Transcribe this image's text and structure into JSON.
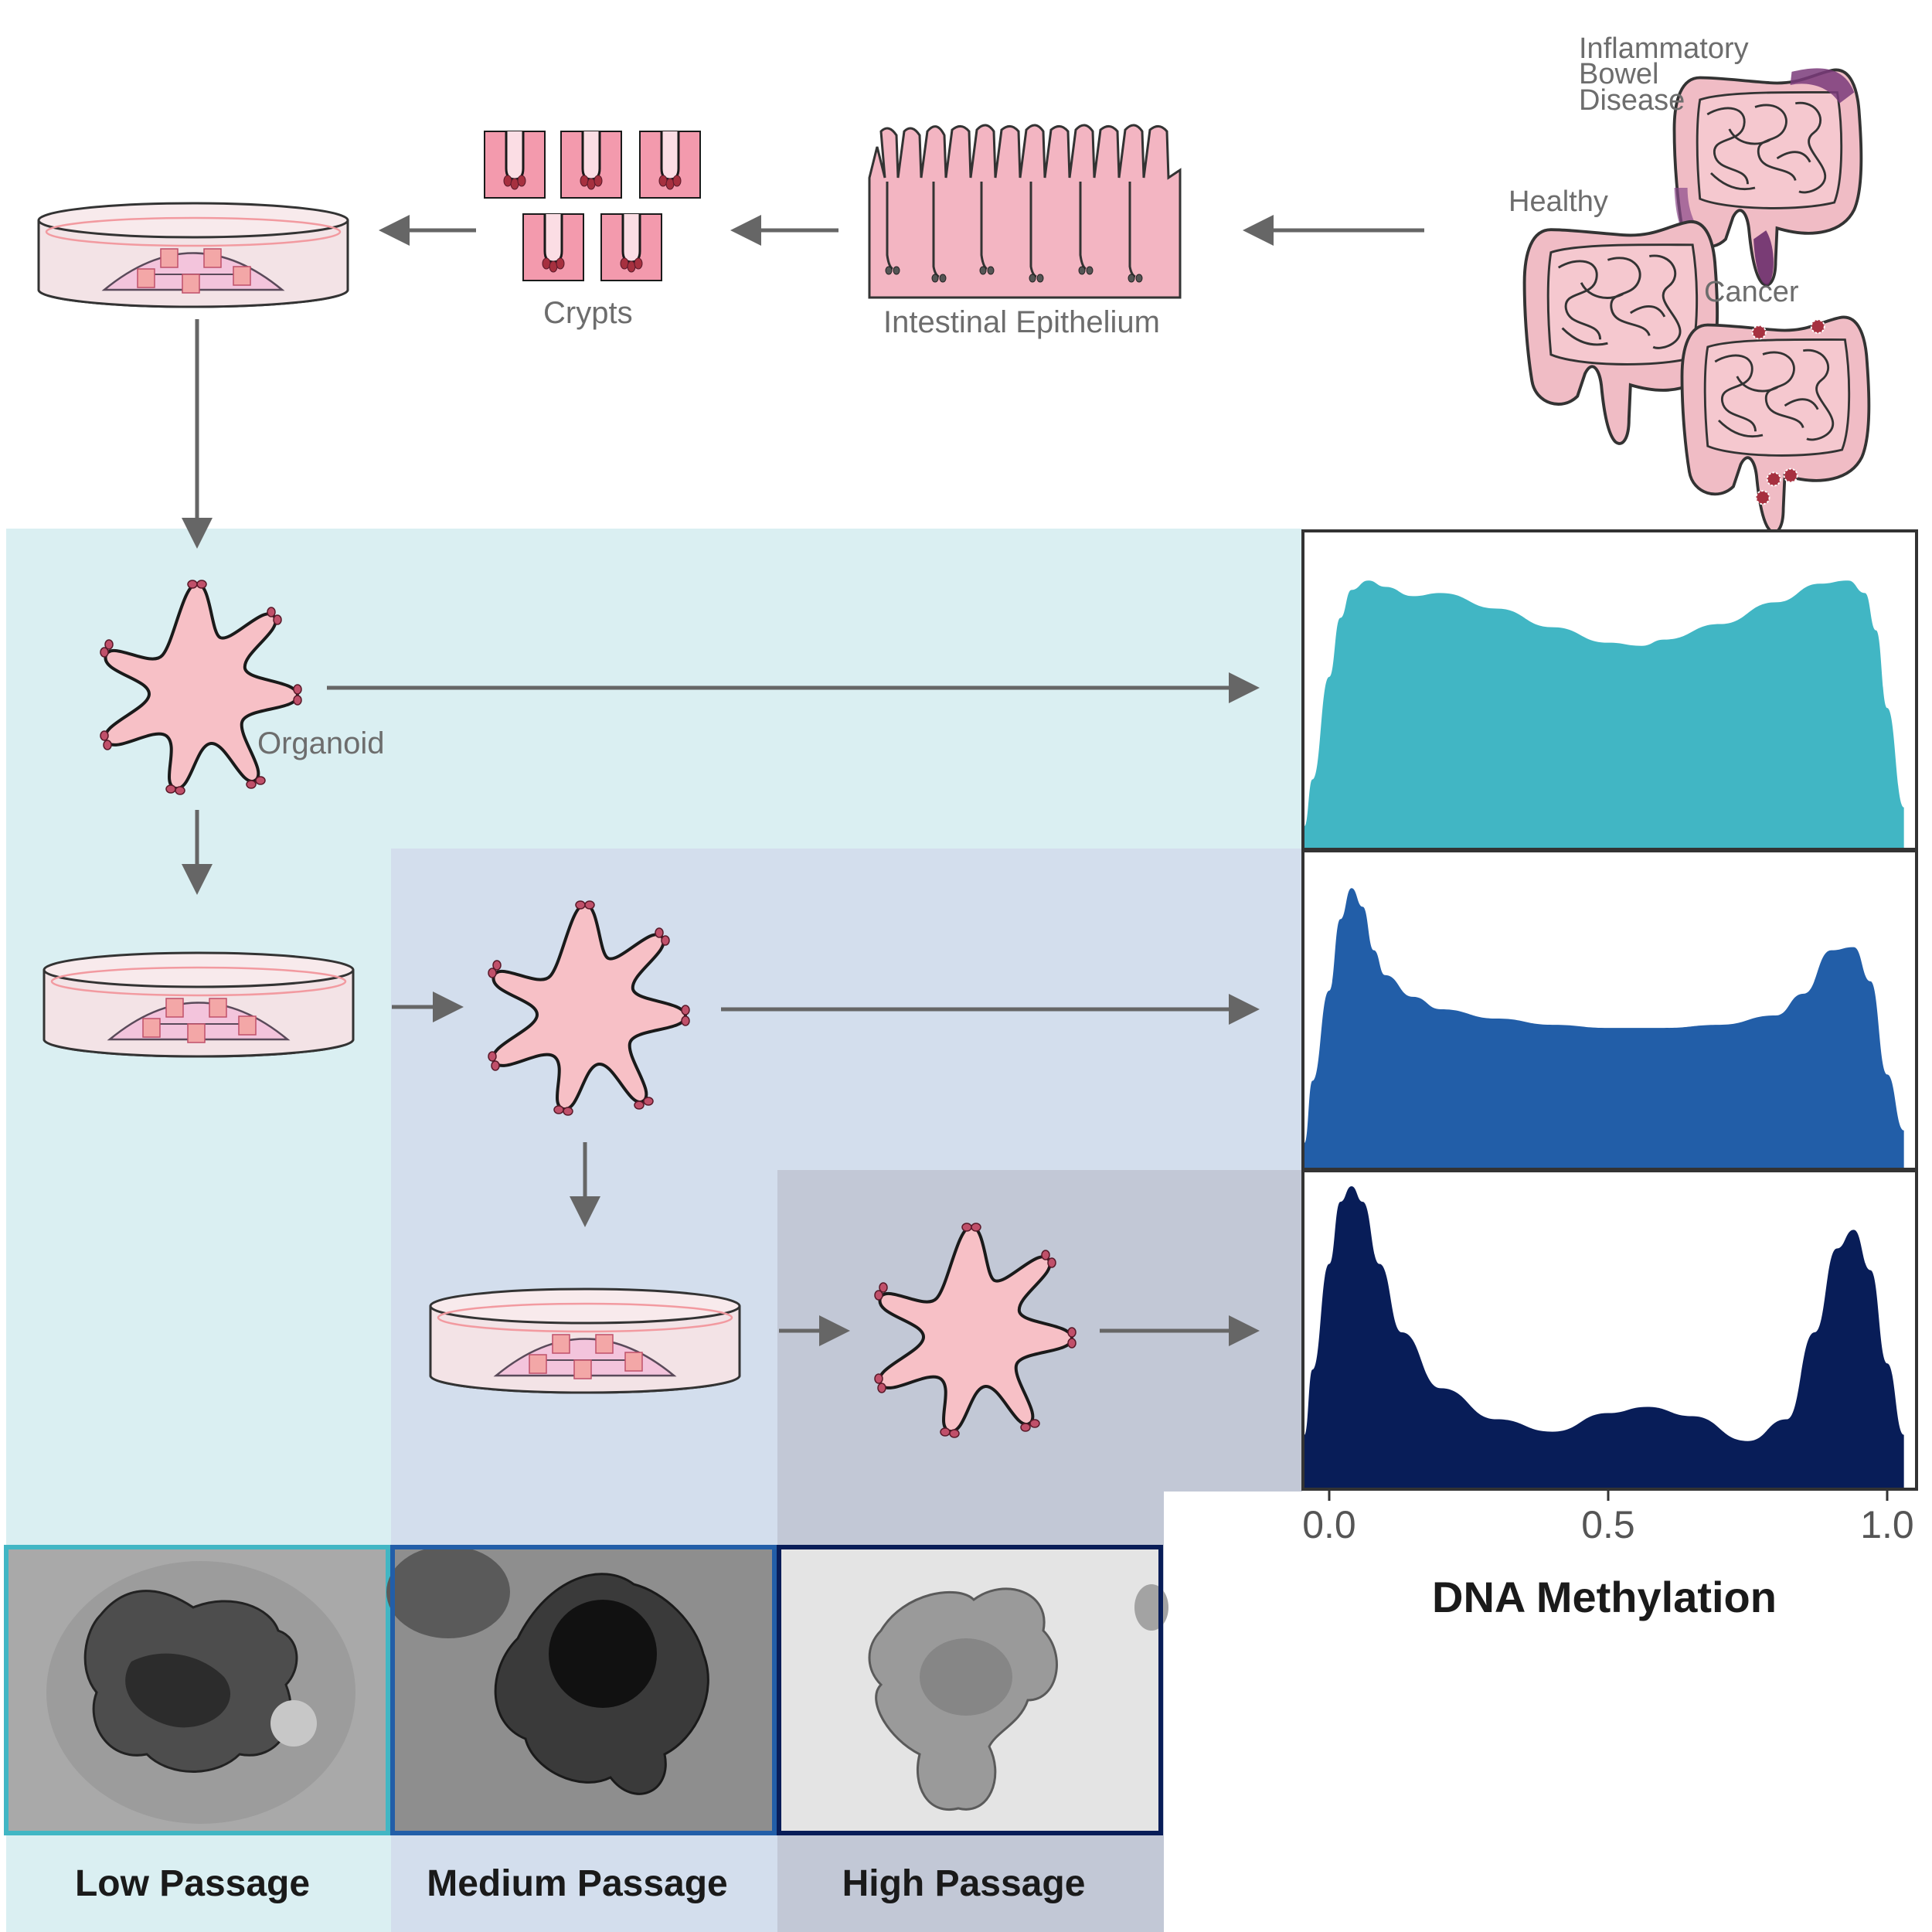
{
  "labels": {
    "ibd": [
      "Inflammatory",
      "Bowel",
      "Disease"
    ],
    "healthy": "Healthy",
    "cancer": "Cancer",
    "epithelium": "Intestinal Epithelium",
    "crypts": "Crypts",
    "organoid": "Organoid"
  },
  "passages": [
    "Low Passage",
    "Medium Passage",
    "High Passage"
  ],
  "colors": {
    "low": "#41b6c4",
    "medium": "#225ea8",
    "high": "#081d58",
    "low_bg": "#daeff2",
    "medium_bg": "#d3deed",
    "high_bg": "#c2c8d6",
    "tissue_pink": "#f7c0c6",
    "crypt_tip": "#c0506a"
  },
  "chart_data": {
    "type": "area",
    "xlabel": "DNA Methylation",
    "xlim": [
      0.0,
      1.0
    ],
    "xticks": [
      "0.0",
      "0.5",
      "1.0"
    ],
    "ylim": [
      0,
      1
    ],
    "panels": [
      {
        "passage": "Low Passage",
        "x": [
          -0.05,
          -0.03,
          0.0,
          0.02,
          0.04,
          0.07,
          0.1,
          0.15,
          0.2,
          0.3,
          0.4,
          0.5,
          0.56,
          0.6,
          0.7,
          0.8,
          0.88,
          0.93,
          0.96,
          0.98,
          1.0,
          1.03
        ],
        "y": [
          0.07,
          0.22,
          0.55,
          0.74,
          0.83,
          0.86,
          0.84,
          0.81,
          0.82,
          0.77,
          0.71,
          0.66,
          0.65,
          0.67,
          0.72,
          0.79,
          0.85,
          0.86,
          0.82,
          0.7,
          0.45,
          0.13
        ]
      },
      {
        "passage": "Medium Passage",
        "x": [
          -0.05,
          -0.03,
          0.0,
          0.02,
          0.04,
          0.06,
          0.08,
          0.1,
          0.15,
          0.2,
          0.3,
          0.4,
          0.5,
          0.6,
          0.7,
          0.8,
          0.85,
          0.9,
          0.94,
          0.97,
          1.0,
          1.03
        ],
        "y": [
          0.08,
          0.28,
          0.57,
          0.8,
          0.9,
          0.84,
          0.7,
          0.62,
          0.55,
          0.51,
          0.48,
          0.46,
          0.45,
          0.45,
          0.46,
          0.49,
          0.56,
          0.7,
          0.71,
          0.6,
          0.3,
          0.12
        ]
      },
      {
        "passage": "High Passage",
        "x": [
          -0.05,
          -0.03,
          0.0,
          0.02,
          0.04,
          0.06,
          0.09,
          0.13,
          0.2,
          0.3,
          0.4,
          0.5,
          0.57,
          0.65,
          0.75,
          0.82,
          0.87,
          0.91,
          0.94,
          0.97,
          1.0,
          1.03
        ],
        "y": [
          0.17,
          0.38,
          0.72,
          0.92,
          0.97,
          0.92,
          0.72,
          0.5,
          0.32,
          0.22,
          0.18,
          0.24,
          0.26,
          0.23,
          0.15,
          0.22,
          0.5,
          0.77,
          0.83,
          0.7,
          0.4,
          0.17
        ]
      }
    ]
  }
}
